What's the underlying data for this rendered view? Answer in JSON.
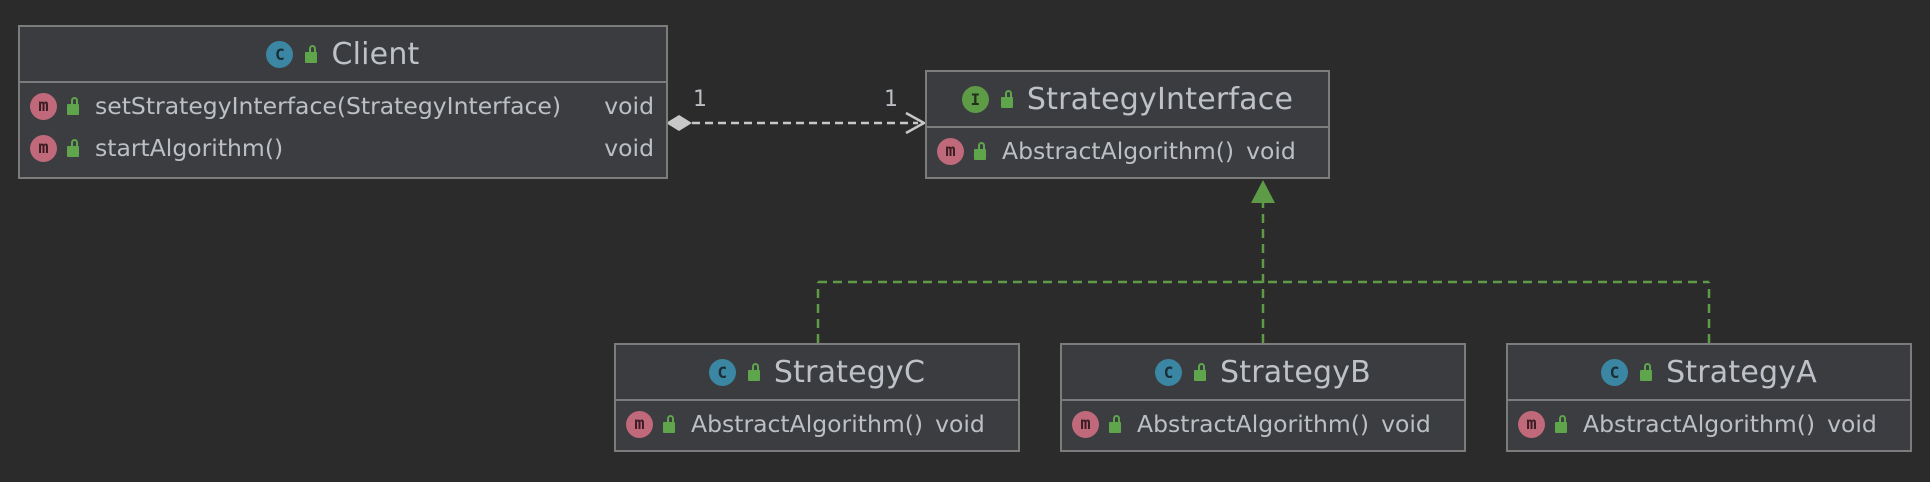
{
  "diagram": {
    "classes": {
      "client": {
        "name": "Client",
        "kind_glyph": "C",
        "methods": [
          {
            "glyph": "m",
            "signature": "setStrategyInterface(StrategyInterface)",
            "return_type": "void"
          },
          {
            "glyph": "m",
            "signature": "startAlgorithm()",
            "return_type": "void"
          }
        ]
      },
      "strategy_interface": {
        "name": "StrategyInterface",
        "kind_glyph": "I",
        "methods": [
          {
            "glyph": "m",
            "signature": "AbstractAlgorithm()",
            "return_type": "void"
          }
        ]
      },
      "strategy_c": {
        "name": "StrategyC",
        "kind_glyph": "C",
        "methods": [
          {
            "glyph": "m",
            "signature": "AbstractAlgorithm()",
            "return_type": "void"
          }
        ]
      },
      "strategy_b": {
        "name": "StrategyB",
        "kind_glyph": "C",
        "methods": [
          {
            "glyph": "m",
            "signature": "AbstractAlgorithm()",
            "return_type": "void"
          }
        ]
      },
      "strategy_a": {
        "name": "StrategyA",
        "kind_glyph": "C",
        "methods": [
          {
            "glyph": "m",
            "signature": "AbstractAlgorithm()",
            "return_type": "void"
          }
        ]
      }
    },
    "relations": {
      "composition": {
        "from": "Client",
        "to": "StrategyInterface",
        "source_multiplicity": "1",
        "target_multiplicity": "1"
      },
      "realizations": [
        {
          "from": "StrategyC",
          "to": "StrategyInterface"
        },
        {
          "from": "StrategyB",
          "to": "StrategyInterface"
        },
        {
          "from": "StrategyA",
          "to": "StrategyInterface"
        }
      ]
    },
    "colors": {
      "background": "#2b2b2b",
      "box_fill": "#3b3d40",
      "box_border": "#7c7c7c",
      "text": "#bbbfc4",
      "class_badge": "#3b87a3",
      "interface_badge": "#5e9b47",
      "method_badge": "#c0697a",
      "visibility_public": "#5fa54c",
      "realization_line": "#5e9b47",
      "association_line": "#c8c8c8"
    }
  }
}
